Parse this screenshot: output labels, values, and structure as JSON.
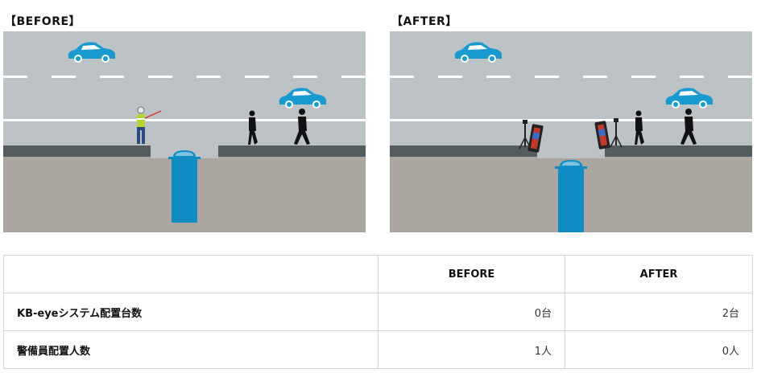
{
  "panels": {
    "before_label": "【BEFORE】",
    "after_label": "【AFTER】"
  },
  "colors": {
    "road": "#bcc2c6",
    "lane_line": "#ffffff",
    "curb": "#555c60",
    "ground": "#aba6a0",
    "car": "#1a9bd0",
    "truck": "#0f8cc3",
    "person": "#111111"
  },
  "icons": [
    "car-icon",
    "truck-icon",
    "pedestrian-icon",
    "traffic-guard-icon",
    "kb-eye-signboard-icon"
  ],
  "table": {
    "headers": [
      "",
      "BEFORE",
      "AFTER"
    ],
    "rows": [
      {
        "label": "KB-eyeシステム配置台数",
        "before": "0台",
        "after": "2台"
      },
      {
        "label": "警備員配置人数",
        "before": "1人",
        "after": "0人"
      }
    ]
  }
}
